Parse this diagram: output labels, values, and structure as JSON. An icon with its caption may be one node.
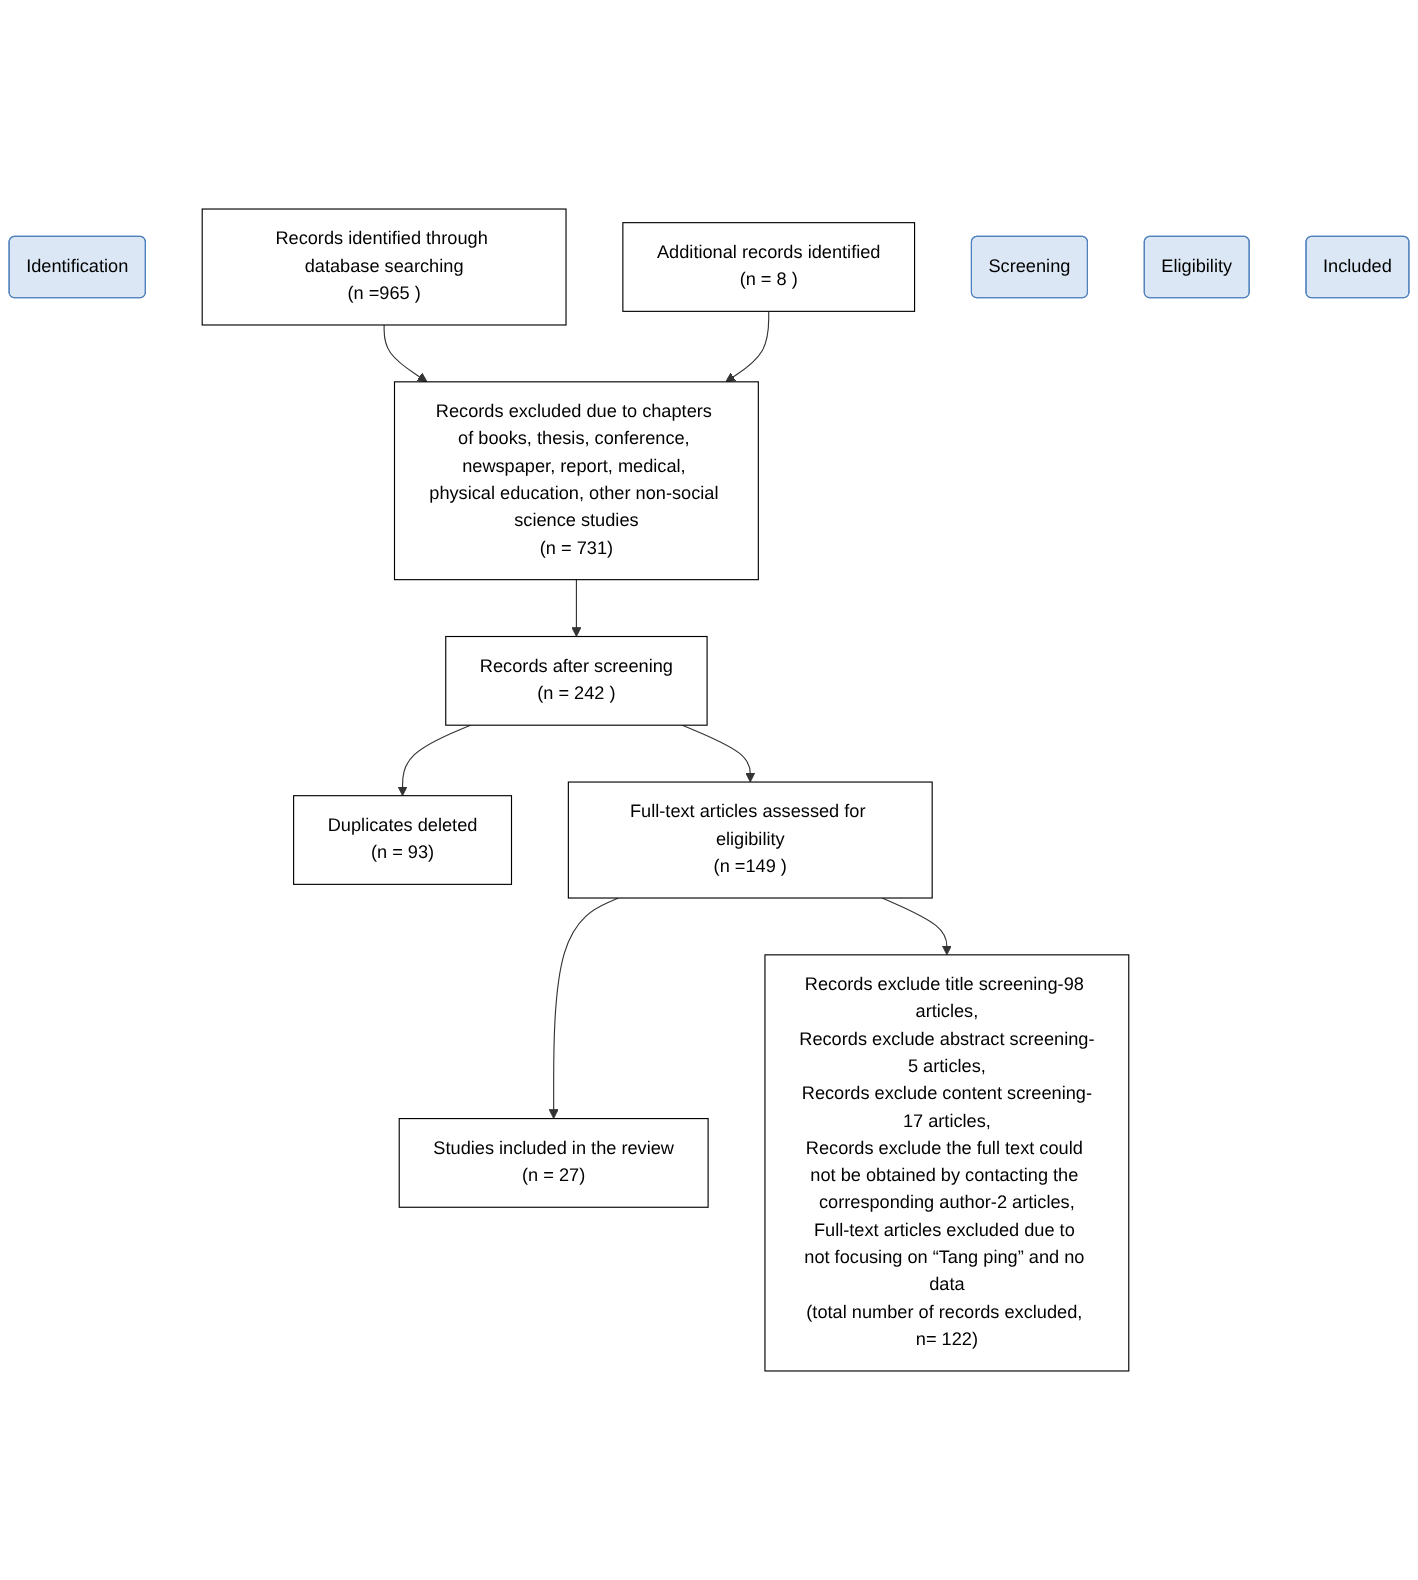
{
  "diagram": {
    "nodes": [
      {
        "text": [
          "Identification"
        ]
      },
      {
        "text": [
          "Records identified through database searching",
          "(n =965 )"
        ]
      },
      {
        "text": [
          "Additional records identified",
          "(n = 8 )"
        ]
      },
      {
        "text": [
          "Screening"
        ]
      },
      {
        "text": [
          "Records excluded due to chapters of books, thesis, conference, newspaper, report, medical, physical education, other non-social science studies",
          "(n = 731)"
        ]
      },
      {
        "text": [
          "Records after screening",
          "(n = 242 )"
        ]
      },
      {
        "text": [
          "Duplicates deleted",
          "(n = 93)"
        ]
      },
      {
        "text": [
          "Eligibility"
        ]
      },
      {
        "text": [
          "Full-text articles assessed for eligibility",
          "(n =149 )"
        ]
      },
      {
        "text": [
          "Records exclude title screening-98 articles,",
          "Records exclude abstract screening-5 articles,",
          "Records exclude content screening-17 articles,",
          "Records exclude the full text could not be obtained by contacting the corresponding author-2 articles,",
          "Full-text articles excluded due to not focusing on “Tang ping” and no data",
          "(total number of records excluded, n= 122)"
        ]
      },
      {
        "text": [
          "Included"
        ]
      },
      {
        "text": [
          "Studies included in the review",
          "(n = 27)"
        ]
      }
    ],
    "edges": [
      {
        "from": 1,
        "to": 4,
        "arrow": "to"
      },
      {
        "from": 2,
        "to": 4,
        "arrow": "to"
      },
      {
        "from": 4,
        "to": 5,
        "arrow": "to"
      },
      {
        "from": 5,
        "to": 8,
        "arrow": "to"
      },
      {
        "from": 5,
        "to": 6,
        "arrow": "to"
      },
      {
        "from": 8,
        "to": 11,
        "arrow": "to"
      },
      {
        "from": 8,
        "to": 9,
        "arrow": "to"
      }
    ]
  }
}
